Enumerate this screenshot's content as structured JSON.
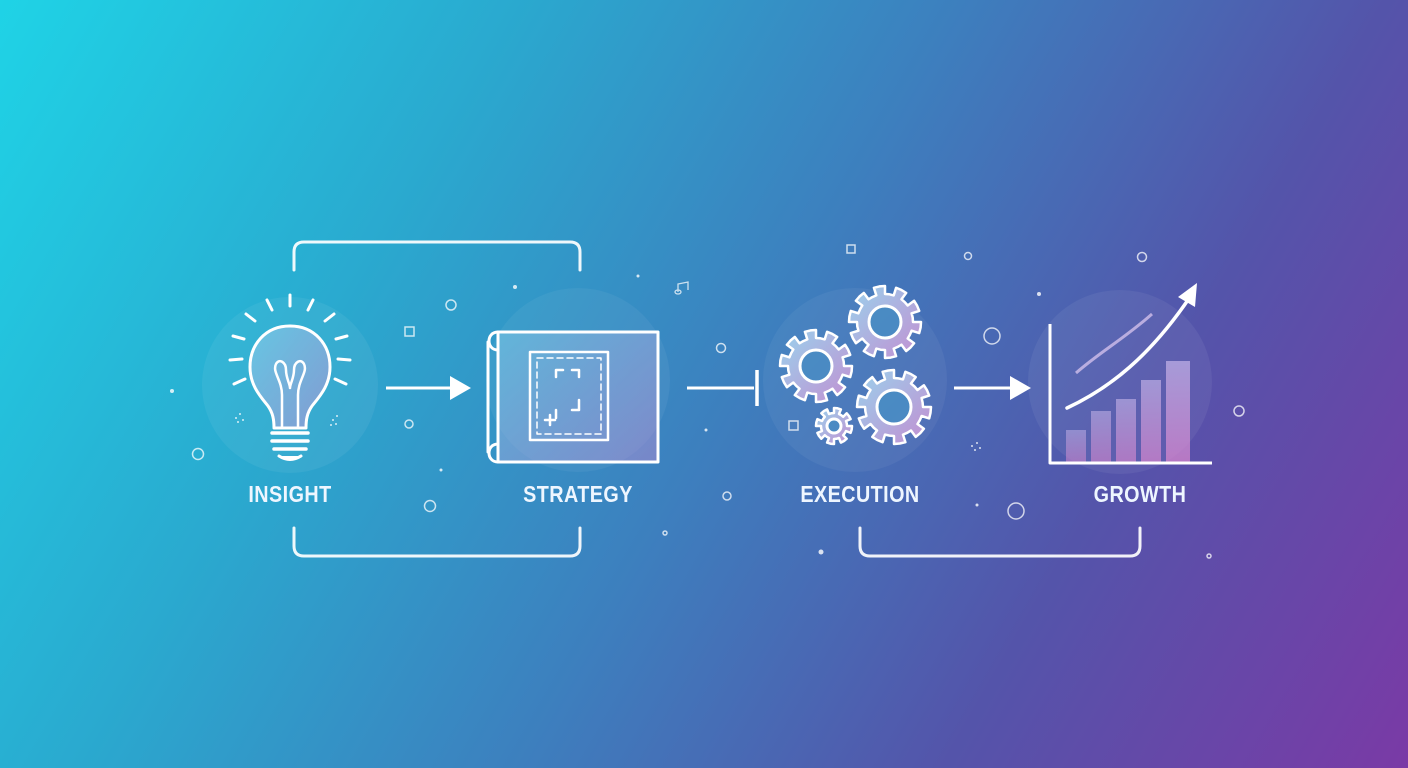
{
  "stages": [
    {
      "label": "INSIGHT",
      "icon": "lightbulb-icon"
    },
    {
      "label": "STRATEGY",
      "icon": "blueprint-icon"
    },
    {
      "label": "EXECUTION",
      "icon": "gears-icon"
    },
    {
      "label": "GROWTH",
      "icon": "growth-chart-icon"
    }
  ],
  "colors": {
    "gradient_start": "#1fd3e6",
    "gradient_end": "#7a3aa6",
    "line": "#ffffff",
    "icon_fill_start": "#9ad8f2",
    "icon_fill_end": "#d88ad8"
  }
}
